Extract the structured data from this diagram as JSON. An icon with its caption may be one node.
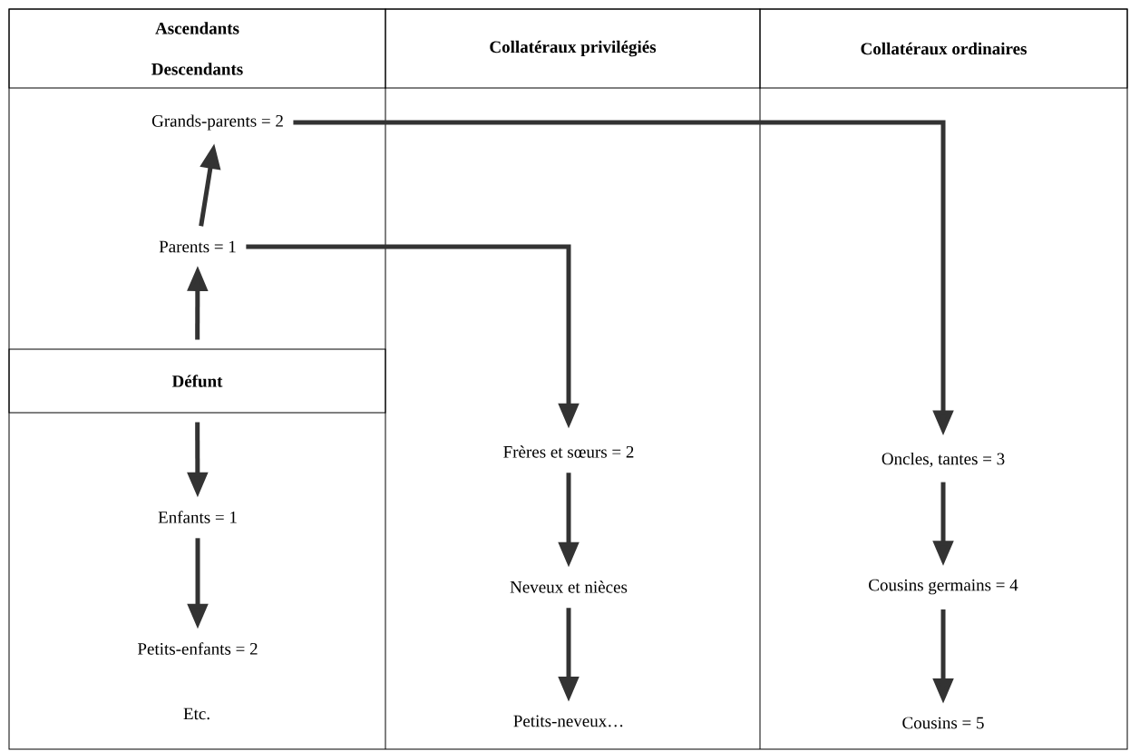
{
  "diagram": {
    "nodes": [
      {
        "text": [
          "Ascendants Descendants"
        ]
      },
      {
        "text": [
          "Collatéraux privilégiés"
        ]
      },
      {
        "text": [
          "Collatéraux ordinaires"
        ]
      },
      {
        "text": [
          "Grands-parents = 2"
        ]
      },
      {
        "text": [
          "Parents = 1"
        ]
      },
      {
        "text": [
          "Défunt"
        ]
      },
      {
        "text": [
          "Enfants = 1"
        ]
      },
      {
        "text": [
          "Petits-enfants = 2"
        ]
      },
      {
        "text": [
          "Frères et sœurs = 2"
        ]
      },
      {
        "text": [
          "Neveux et nièces"
        ]
      },
      {
        "text": [
          "Petits-neveux…"
        ]
      },
      {
        "text": [
          "Oncles, tantes = 3"
        ]
      },
      {
        "text": [
          "Cousins germains = 4"
        ]
      },
      {
        "text": [
          "Cousins = 5"
        ]
      }
    ],
    "edges": [
      {
        "from": 5,
        "to": 4,
        "arrow": "to"
      },
      {
        "from": 4,
        "to": 3,
        "arrow": "to"
      },
      {
        "from": 5,
        "to": 6,
        "arrow": "to"
      },
      {
        "from": 6,
        "to": 7,
        "arrow": "to"
      },
      {
        "from": 4,
        "to": 8,
        "arrow": "to"
      },
      {
        "from": 3,
        "to": 11,
        "arrow": "to"
      },
      {
        "from": 8,
        "to": 9,
        "arrow": "to"
      },
      {
        "from": 9,
        "to": 10,
        "arrow": "to"
      },
      {
        "from": 11,
        "to": 12,
        "arrow": "to"
      },
      {
        "from": 12,
        "to": 13,
        "arrow": "to"
      }
    ],
    "labels": [
      "Etc."
    ]
  }
}
